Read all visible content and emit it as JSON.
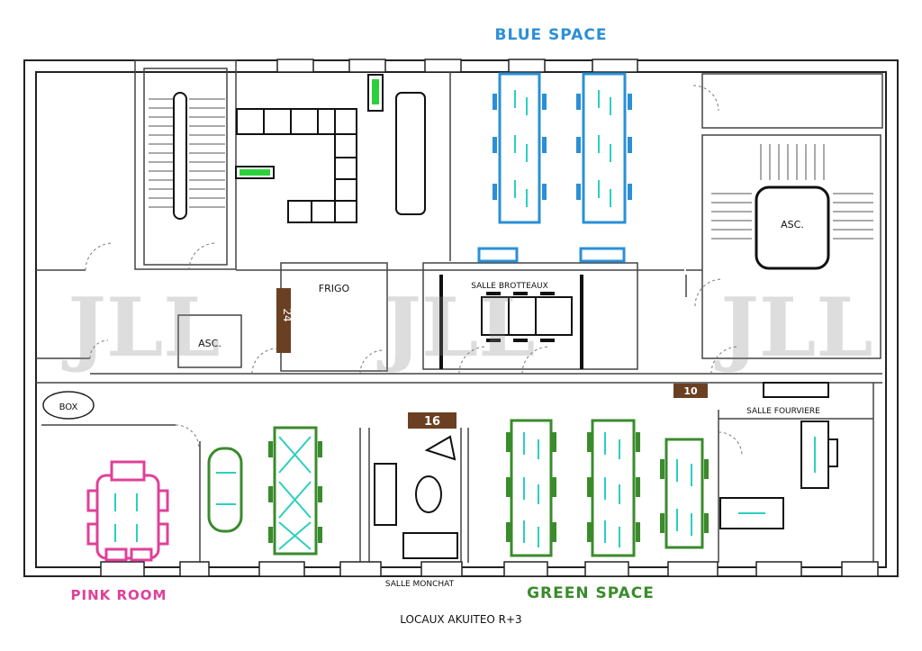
{
  "colors": {
    "blue_space": "#2b8fd6",
    "green_space": "#3a8b2c",
    "pink_room": "#e0409a",
    "room_badge": "#6b4022",
    "desk_lines": "#2ccfc0"
  },
  "watermark": "JLL",
  "zones": {
    "blue_space": "BLUE SPACE",
    "green_space": "GREEN SPACE",
    "pink_room": "PINK ROOM"
  },
  "rooms": {
    "frigo": "FRIGO",
    "asc_left": "ASC.",
    "asc_right": "ASC.",
    "box": "BOX",
    "salle_brotteaux": "SALLE BROTTEAUX",
    "salle_fourviere": "SALLE FOURVIERE",
    "salle_monchat": "SALLE MONCHAT"
  },
  "badges": {
    "room_24": "24",
    "room_16": "16",
    "room_10": "10"
  },
  "caption": "LOCAUX AKUITEO R+3"
}
